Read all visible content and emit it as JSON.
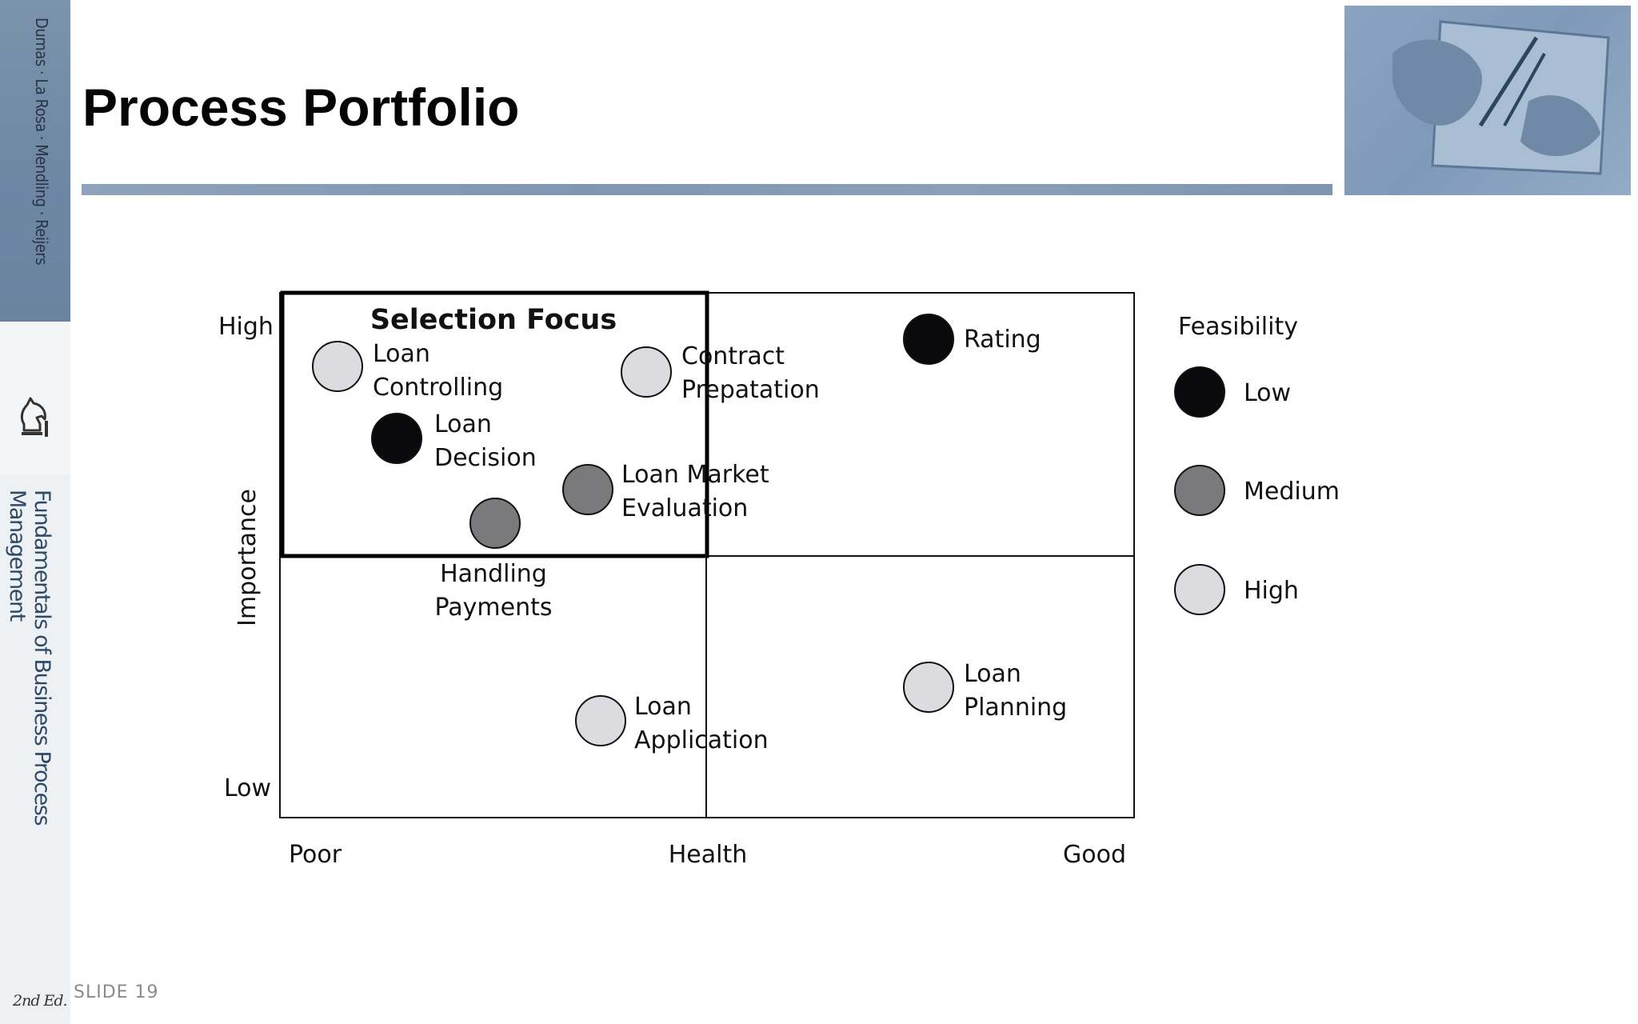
{
  "spine": {
    "authors": "Dumas · La Rosa · Mendling · Reijers",
    "book_title": "Fundamentals of Business Process Management",
    "edition": "2nd Ed."
  },
  "header": {
    "title": "Process Portfolio"
  },
  "diagram": {
    "selection_focus_label": "Selection Focus",
    "y_axis": {
      "label": "Importance",
      "high": "High",
      "low": "Low"
    },
    "x_axis": {
      "label": "Health",
      "poor": "Poor",
      "good": "Good"
    },
    "legend": {
      "title": "Feasibility",
      "items": [
        {
          "label": "Low",
          "color": "#0a0a0c"
        },
        {
          "label": "Medium",
          "color": "#7a7a7c"
        },
        {
          "label": "High",
          "color": "#dcdbdf"
        }
      ]
    },
    "processes": [
      {
        "lines": [
          "Loan",
          "Controlling"
        ],
        "feasibility": "High"
      },
      {
        "lines": [
          "Contract",
          "Prepatation"
        ],
        "feasibility": "High"
      },
      {
        "lines": [
          "Rating"
        ],
        "feasibility": "Low"
      },
      {
        "lines": [
          "Loan",
          "Decision"
        ],
        "feasibility": "Low"
      },
      {
        "lines": [
          "Loan Market",
          "Evaluation"
        ],
        "feasibility": "Medium"
      },
      {
        "lines": [
          "Handling",
          "Payments"
        ],
        "feasibility": "Medium"
      },
      {
        "lines": [
          "Loan",
          "Planning"
        ],
        "feasibility": "High"
      },
      {
        "lines": [
          "Loan",
          "Application"
        ],
        "feasibility": "High"
      }
    ]
  },
  "footer": {
    "slide_number": "SLIDE 19"
  }
}
